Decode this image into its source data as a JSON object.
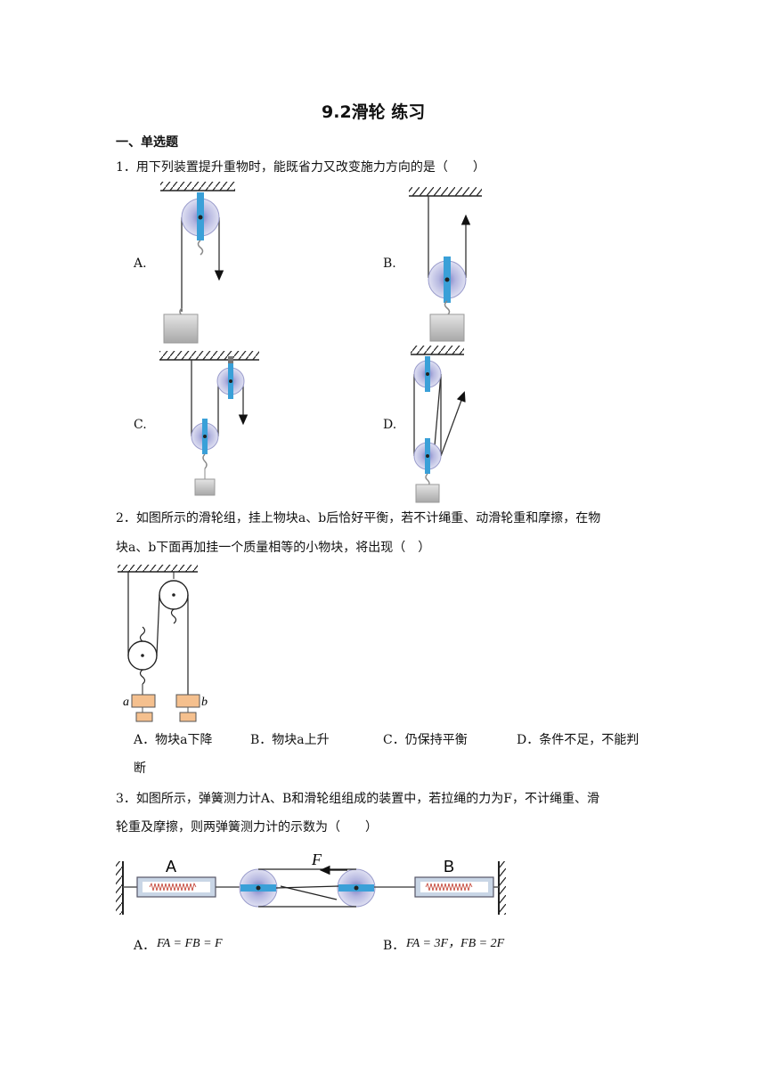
{
  "title": "9.2滑轮 练习",
  "section1": "一、单选题",
  "q1": {
    "stem": "1．用下列装置提升重物时，能既省力又改变施力方向的是（　　）",
    "options": {
      "a": "A.",
      "b": "B.",
      "c": "C.",
      "d": "D."
    }
  },
  "q2": {
    "line1": "2．如图所示的滑轮组，挂上物块a、b后恰好平衡，若不计绳重、动滑轮重和摩擦，在物",
    "line2": "块a、b下面再加挂一个质量相等的小物块，将出现（　）",
    "fig_labels": {
      "a": "a",
      "b": "b"
    },
    "options": {
      "a": "A．物块a下降",
      "b": "B．物块a上升",
      "c": "C．仍保持平衡",
      "d": "D．条件不足，不能判",
      "d_cont": "断"
    }
  },
  "q3": {
    "line1": "3．如图所示，弹簧测力计A、B和滑轮组组成的装置中，若拉绳的力为F，不计绳重、滑",
    "line2": "轮重及摩擦，则两弹簧测力计的示数为（　　）",
    "fig_labels": {
      "A": "A",
      "B": "B",
      "F": "F"
    },
    "options": {
      "a_label": "A．",
      "a_formula": "FA = FB = F",
      "b_label": "B．",
      "b_formula": "FA = 3F，FB = 2F"
    }
  },
  "colors": {
    "pulley_outer": "#c9cbe6",
    "pulley_inner": "#9a9ccc",
    "bar": "#3aa0d8",
    "block": "#d3d3d3",
    "weight": "#f5c08e"
  }
}
